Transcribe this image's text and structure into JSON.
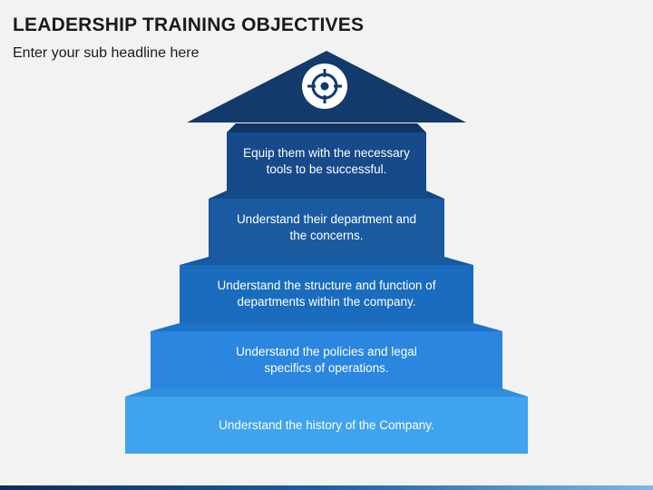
{
  "header": {
    "title": "LEADERSHIP TRAINING OBJECTIVES",
    "subtitle": "Enter your sub headline here"
  },
  "icon": "target-icon",
  "colors": {
    "roof": "#123a6b",
    "step1": "#164a8a",
    "step2": "#1a5aa0",
    "step3": "#1a6cbe",
    "step4": "#2a86de",
    "step5": "#3fa3ef"
  },
  "steps": [
    {
      "label": "Equip them with the necessary tools to be successful."
    },
    {
      "label": "Understand their department and the concerns."
    },
    {
      "label": "Understand the structure and function of departments within the company."
    },
    {
      "label": "Understand the policies and legal specifics of operations."
    },
    {
      "label": "Understand the history of the Company."
    }
  ]
}
